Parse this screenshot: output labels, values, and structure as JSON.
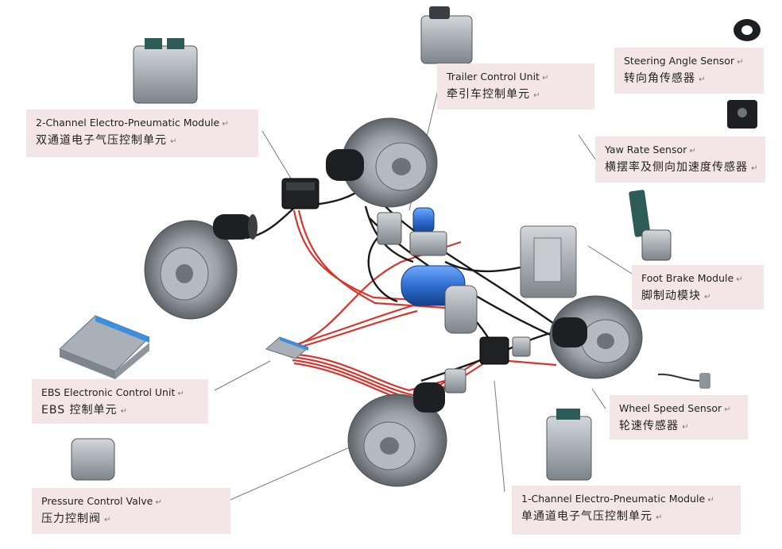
{
  "labels": {
    "two_channel": {
      "en": "2-Channel Electro-Pneumatic Module",
      "zh": "双通道电子气压控制单元"
    },
    "trailer": {
      "en": "Trailer Control Unit",
      "zh": "牵引车控制单元"
    },
    "steering": {
      "en": "Steering Angle Sensor",
      "zh": "转向角传感器"
    },
    "yaw": {
      "en": "Yaw Rate Sensor",
      "zh": "横摆率及侧向加速度传感器"
    },
    "foot_brake": {
      "en": "Foot Brake Module",
      "zh": "脚制动模块"
    },
    "ebs_ecu": {
      "en": "EBS Electronic Control Unit",
      "zh": "EBS 控制单元"
    },
    "wheel_speed": {
      "en": "Wheel Speed Sensor",
      "zh": "轮速传感器"
    },
    "pressure_valve": {
      "en": "Pressure Control Valve",
      "zh": "压力控制阀"
    },
    "one_channel": {
      "en": "1-Channel Electro-Pneumatic Module",
      "zh": "单通道电子气压控制单元"
    }
  },
  "colors": {
    "label_bg": "#f4e6e6",
    "wire_red": "#d9342b",
    "hose_black": "#1a1a1a",
    "reservoir_blue": "#2f6fd0",
    "module_grey": "#8e949a",
    "ecu_blue": "#3a8fe0"
  },
  "icons": [
    "brake-drum-icon",
    "ebs-ecu-icon",
    "reservoir-icon",
    "pedal-icon",
    "sensor-icon",
    "valve-icon"
  ]
}
